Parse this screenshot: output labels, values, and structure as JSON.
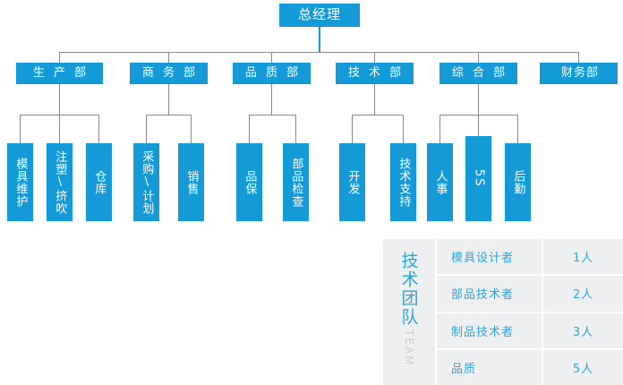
{
  "colors": {
    "box_blue": "#149BD7",
    "line_gray": "#8a8a8a",
    "table_bg": "#EEEFF0",
    "table_text": "#2BA6DE",
    "team_en_gray": "#C9CDD0",
    "box_text": "#FFFFFF"
  },
  "org": {
    "root": {
      "label": "总经理"
    },
    "departments": [
      {
        "label": "生 产 部",
        "children": [
          {
            "label": "模具维护"
          },
          {
            "label": "注塑\\挤吹"
          },
          {
            "label": "仓库"
          }
        ]
      },
      {
        "label": "商 务 部",
        "children": [
          {
            "label": "采购\\计划"
          },
          {
            "label": "销售"
          }
        ]
      },
      {
        "label": "品 质 部",
        "children": [
          {
            "label": "品保"
          },
          {
            "label": "部品检查"
          }
        ]
      },
      {
        "label": "技 术 部",
        "children": [
          {
            "label": "开发"
          },
          {
            "label": "技术支持"
          }
        ]
      },
      {
        "label": "综 合 部",
        "children": [
          {
            "label": "人事"
          },
          {
            "label": "5S"
          },
          {
            "label": "后勤"
          }
        ]
      },
      {
        "label": "财务部",
        "children": []
      }
    ]
  },
  "team_table": {
    "title_cn": "技术团队",
    "title_en": "TEAM",
    "rows": [
      {
        "name": "模具设计者",
        "count": "1人"
      },
      {
        "name": "部品技术者",
        "count": "2人"
      },
      {
        "name": "制品技术者",
        "count": "3人"
      },
      {
        "name": "品质",
        "count": "5人"
      }
    ]
  }
}
